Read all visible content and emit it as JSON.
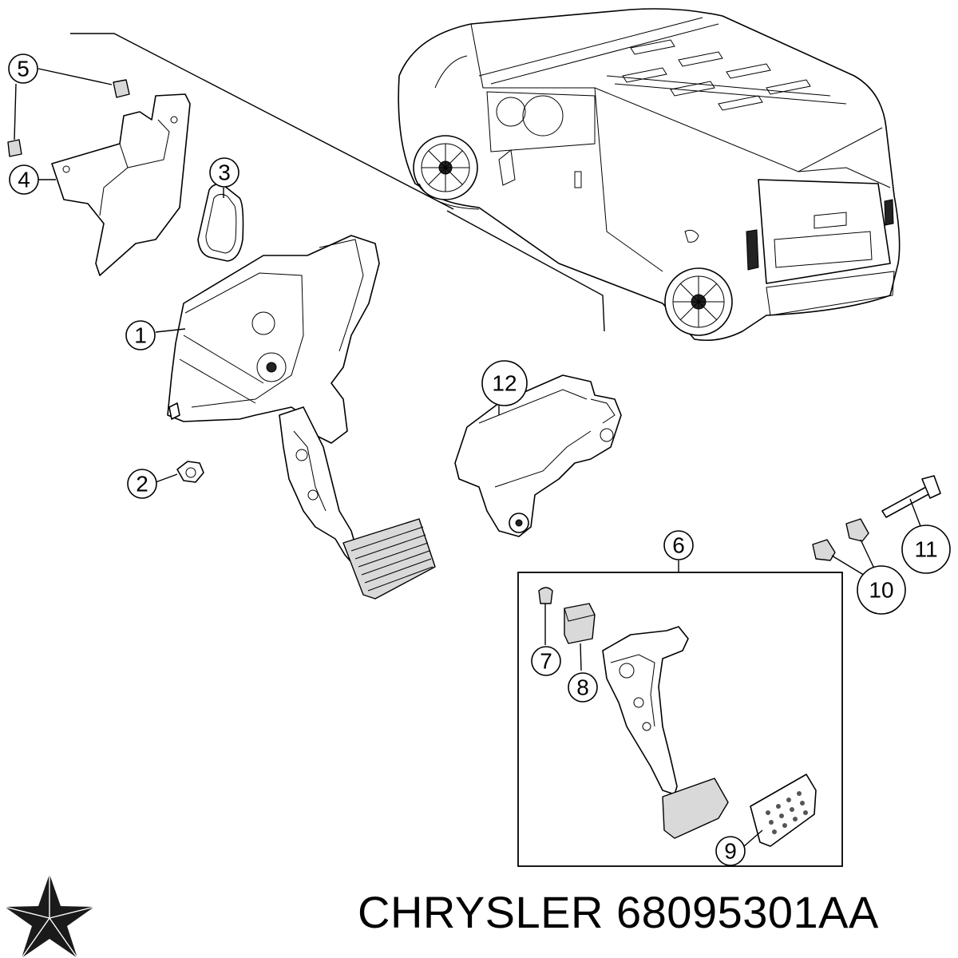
{
  "callouts": [
    {
      "id": "1",
      "label": "1"
    },
    {
      "id": "2",
      "label": "2"
    },
    {
      "id": "3",
      "label": "3"
    },
    {
      "id": "4",
      "label": "4"
    },
    {
      "id": "5",
      "label": "5"
    },
    {
      "id": "6",
      "label": "6"
    },
    {
      "id": "7",
      "label": "7"
    },
    {
      "id": "8",
      "label": "8"
    },
    {
      "id": "9",
      "label": "9"
    },
    {
      "id": "10",
      "label": "10"
    },
    {
      "id": "11",
      "label": "11"
    },
    {
      "id": "12",
      "label": "12"
    }
  ],
  "footer": {
    "brand": "CHRYSLER",
    "part_number": "68095301AA"
  },
  "colors": {
    "line": "#000000",
    "background": "#ffffff"
  }
}
